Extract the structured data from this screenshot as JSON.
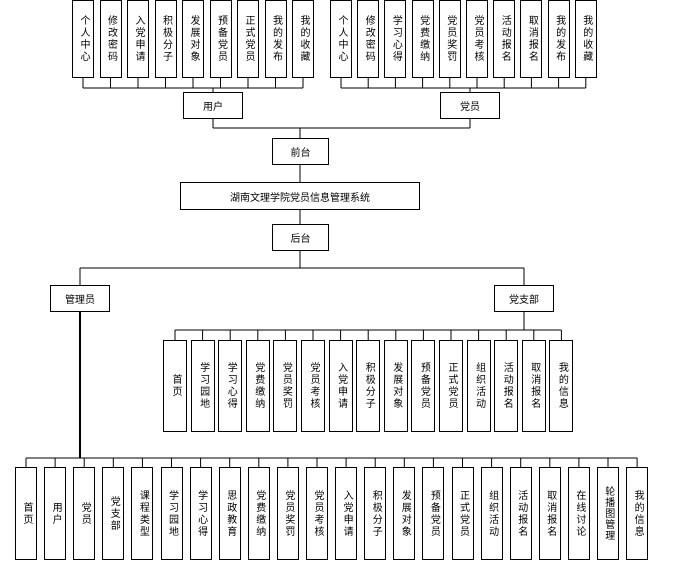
{
  "system": {
    "title": "湖南文理学院党员信息管理系统"
  },
  "frontend": {
    "label": "前台",
    "user": {
      "label": "用户",
      "items": [
        "个人中心",
        "修改密码",
        "入党申请",
        "积极分子",
        "发展对象",
        "预备党员",
        "正式党员",
        "我的发布",
        "我的收藏"
      ]
    },
    "member": {
      "label": "党员",
      "items": [
        "个人中心",
        "修改密码",
        "学习心得",
        "党费缴纳",
        "党员奖罚",
        "党员考核",
        "活动报名",
        "取消报名",
        "我的发布",
        "我的收藏"
      ]
    }
  },
  "backend": {
    "label": "后台",
    "admin": {
      "label": "管理员",
      "items": [
        "首页",
        "用户",
        "党员",
        "党支部",
        "课程类型",
        "学习园地",
        "学习心得",
        "思政教育",
        "党费缴纳",
        "党员奖罚",
        "党员考核",
        "入党申请",
        "积极分子",
        "发展对象",
        "预备党员",
        "正式党员",
        "组织活动",
        "活动报名",
        "取消报名",
        "在线讨论",
        "轮播图管理",
        "我的信息"
      ]
    },
    "branch": {
      "label": "党支部",
      "items": [
        "首页",
        "学习园地",
        "学习心得",
        "党费缴纳",
        "党员奖罚",
        "党员考核",
        "入党申请",
        "积极分子",
        "发展对象",
        "预备党员",
        "正式党员",
        "组织活动",
        "活动报名",
        "取消报名",
        "我的信息"
      ]
    }
  }
}
